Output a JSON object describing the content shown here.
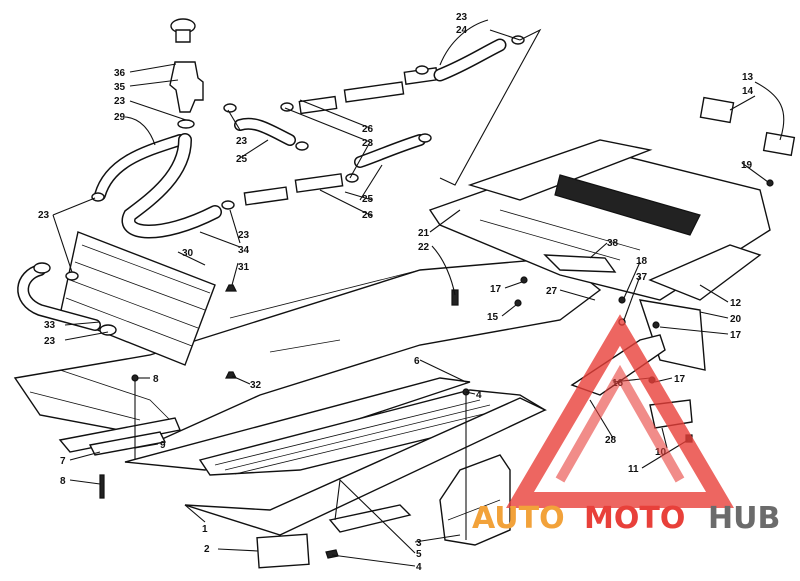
{
  "labels": [
    {
      "id": "23",
      "text": "23"
    },
    {
      "id": "24",
      "text": "24"
    },
    {
      "id": "36",
      "text": "36"
    },
    {
      "id": "35",
      "text": "35"
    },
    {
      "id": "23b",
      "text": "23"
    },
    {
      "id": "29",
      "text": "29"
    },
    {
      "id": "23c",
      "text": "23"
    },
    {
      "id": "25",
      "text": "25"
    },
    {
      "id": "26",
      "text": "26"
    },
    {
      "id": "23d",
      "text": "23"
    },
    {
      "id": "25b",
      "text": "25"
    },
    {
      "id": "26b",
      "text": "26"
    },
    {
      "id": "23e",
      "text": "23"
    },
    {
      "id": "34",
      "text": "34"
    },
    {
      "id": "23f",
      "text": "23"
    },
    {
      "id": "30",
      "text": "30"
    },
    {
      "id": "31",
      "text": "31"
    },
    {
      "id": "33",
      "text": "33"
    },
    {
      "id": "23g",
      "text": "23"
    },
    {
      "id": "13",
      "text": "13"
    },
    {
      "id": "14",
      "text": "14"
    },
    {
      "id": "19",
      "text": "19"
    },
    {
      "id": "21",
      "text": "21"
    },
    {
      "id": "22",
      "text": "22"
    },
    {
      "id": "38",
      "text": "38"
    },
    {
      "id": "18",
      "text": "18"
    },
    {
      "id": "37",
      "text": "37"
    },
    {
      "id": "17",
      "text": "17"
    },
    {
      "id": "27",
      "text": "27"
    },
    {
      "id": "15",
      "text": "15"
    },
    {
      "id": "12",
      "text": "12"
    },
    {
      "id": "20",
      "text": "20"
    },
    {
      "id": "17b",
      "text": "17"
    },
    {
      "id": "16",
      "text": "16"
    },
    {
      "id": "17c",
      "text": "17"
    },
    {
      "id": "8",
      "text": "8"
    },
    {
      "id": "32",
      "text": "32"
    },
    {
      "id": "6",
      "text": "6"
    },
    {
      "id": "4",
      "text": "4"
    },
    {
      "id": "9",
      "text": "9"
    },
    {
      "id": "7",
      "text": "7"
    },
    {
      "id": "8b",
      "text": "8"
    },
    {
      "id": "28",
      "text": "28"
    },
    {
      "id": "10",
      "text": "10"
    },
    {
      "id": "11",
      "text": "11"
    },
    {
      "id": "1",
      "text": "1"
    },
    {
      "id": "2",
      "text": "2"
    },
    {
      "id": "3",
      "text": "3"
    },
    {
      "id": "5",
      "text": "5"
    },
    {
      "id": "4b",
      "text": "4"
    }
  ],
  "watermark": {
    "part1": "AUTO",
    "part2": "MOTO",
    "part3": "HUB",
    "color_red": "#e8403a",
    "color_orange": "#f2a23a",
    "color_gray": "#6b6b6b"
  }
}
